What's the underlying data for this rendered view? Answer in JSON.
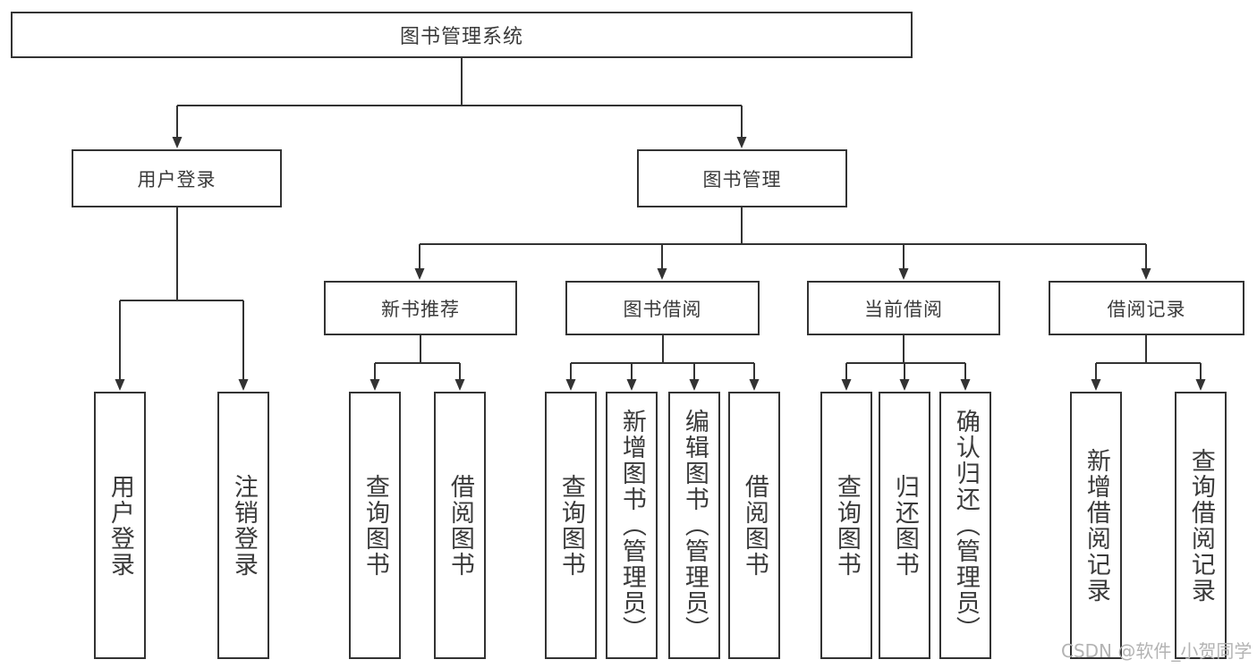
{
  "diagram": {
    "type": "tree",
    "root": {
      "label": "图书管理系统"
    },
    "branches": [
      {
        "label": "用户登录",
        "children": [
          {
            "label": "用户登录"
          },
          {
            "label": "注销登录"
          }
        ]
      },
      {
        "label": "图书管理",
        "children": [
          {
            "label": "新书推荐",
            "children": [
              {
                "label": "查询图书"
              },
              {
                "label": "借阅图书"
              }
            ]
          },
          {
            "label": "图书借阅",
            "children": [
              {
                "label": "查询图书"
              },
              {
                "label": "新增图书（管理员）"
              },
              {
                "label": "编辑图书（管理员）"
              },
              {
                "label": "借阅图书"
              }
            ]
          },
          {
            "label": "当前借阅",
            "children": [
              {
                "label": "查询图书"
              },
              {
                "label": "归还图书"
              },
              {
                "label": "确认归还（管理员）"
              }
            ]
          },
          {
            "label": "借阅记录",
            "children": [
              {
                "label": "新增借阅记录"
              },
              {
                "label": "查询借阅记录"
              }
            ]
          }
        ]
      }
    ]
  },
  "watermark": {
    "text": "CSDN @软件_小贺同学"
  },
  "colors": {
    "line": "#333333",
    "text": "#3a3a3a",
    "watermark": "#b3b3b3",
    "background": "#ffffff"
  }
}
